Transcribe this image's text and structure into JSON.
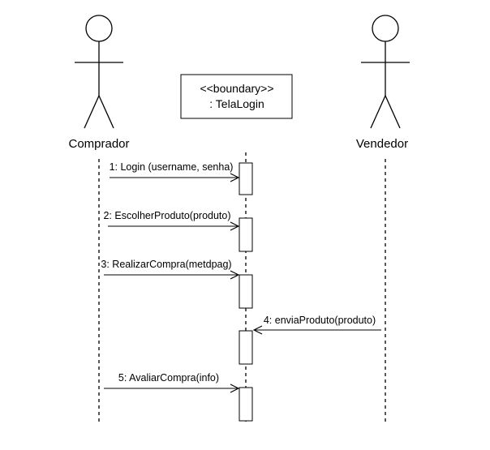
{
  "actors": {
    "comprador": {
      "label": "Comprador"
    },
    "vendedor": {
      "label": "Vendedor"
    }
  },
  "boundary": {
    "stereotype": "<<boundary>>",
    "name": ": TelaLogin"
  },
  "messages": [
    {
      "label": "1: Login (username, senha)",
      "from": "comprador",
      "to": "telalogin"
    },
    {
      "label": "2: EscolherProduto(produto)",
      "from": "comprador",
      "to": "telalogin"
    },
    {
      "label": "3: RealizarCompra(metdpag)",
      "from": "comprador",
      "to": "telalogin"
    },
    {
      "label": "4: enviaProduto(produto)",
      "from": "vendedor",
      "to": "telalogin"
    },
    {
      "label": "5: AvaliarCompra(info)",
      "from": "comprador",
      "to": "telalogin"
    }
  ]
}
